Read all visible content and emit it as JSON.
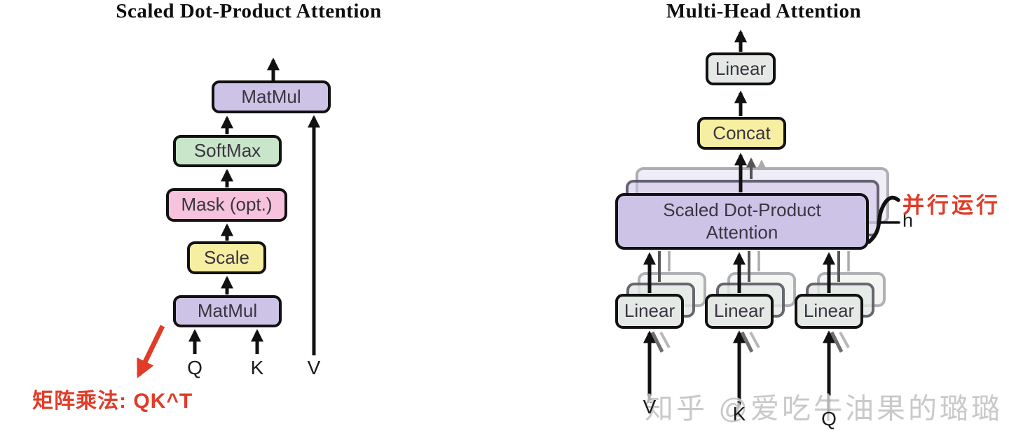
{
  "left": {
    "title": "Scaled Dot-Product Attention",
    "boxes": {
      "matmul_top": "MatMul",
      "softmax": "SoftMax",
      "mask": "Mask (opt.)",
      "scale": "Scale",
      "matmul_bottom": "MatMul"
    },
    "inputs": {
      "q": "Q",
      "k": "K",
      "v": "V"
    },
    "annotation": "矩阵乘法: QK^T"
  },
  "right": {
    "title": "Multi-Head Attention",
    "boxes": {
      "linear_top": "Linear",
      "concat": "Concat",
      "attention_line1": "Scaled Dot-Product",
      "attention_line2": "Attention",
      "linear1": "Linear",
      "linear2": "Linear",
      "linear3": "Linear"
    },
    "h_label": "h",
    "annotation": "并行运行",
    "inputs": {
      "v": "V",
      "k": "K",
      "q": "Q"
    }
  },
  "watermark": "知乎 @爱吃牛油果的璐璐",
  "colors": {
    "purple": "#cdc3e7",
    "green": "#c9e5ca",
    "pink": "#f7c3dc",
    "yellow": "#f6efa2",
    "linear_gray": "#e5e9e6",
    "annotation_red": "#e03c28",
    "watermark_gray": "#c4c4c4",
    "arrow_black": "#111111",
    "arrow_gray": "#555555",
    "arrow_lightgray": "#ababab"
  }
}
